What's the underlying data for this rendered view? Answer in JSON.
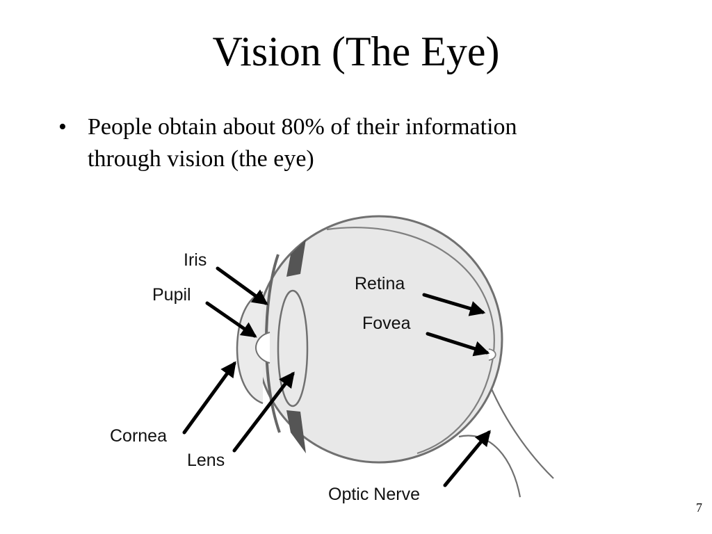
{
  "slide": {
    "title": "Vision (The Eye)",
    "bullets": [
      {
        "marker": "•",
        "line1": "People obtain about 80% of their information",
        "line2": "through vision (the eye)"
      }
    ],
    "page_number": "7"
  },
  "diagram": {
    "labels": {
      "iris": "Iris",
      "pupil": "Pupil",
      "cornea": "Cornea",
      "lens": "Lens",
      "retina": "Retina",
      "fovea": "Fovea",
      "optic_nerve": "Optic Nerve"
    },
    "colors": {
      "eyeball_fill": "#e8e8e8",
      "outline": "#707070",
      "iris_dark": "#555555",
      "arrow": "#000000"
    }
  }
}
